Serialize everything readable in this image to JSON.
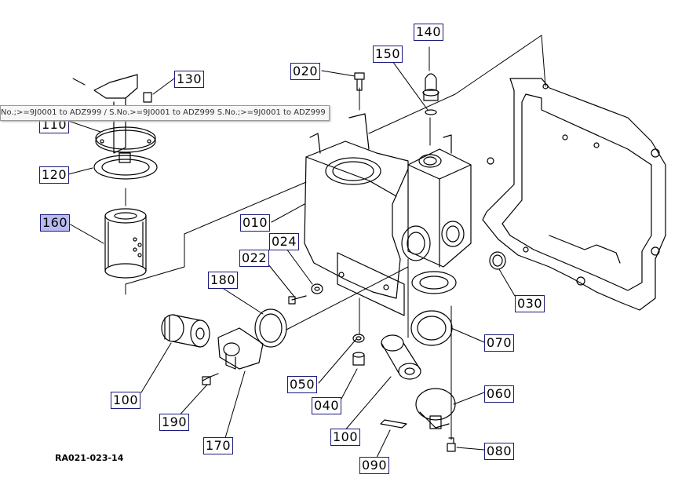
{
  "figure_code": "RA021-023-14",
  "tooltip": "No.;>=9J0001 to ADZ999 / S.No.>=9J0001 to ADZ999 S.No.;>=9J0001 to ADZ999",
  "selected_callout": "160",
  "callouts": {
    "c010": "010",
    "c020": "020",
    "c022": "022",
    "c024": "024",
    "c030": "030",
    "c040": "040",
    "c050": "050",
    "c060": "060",
    "c070": "070",
    "c080": "080",
    "c090": "090",
    "c100a": "100",
    "c100b": "100",
    "c110": "110",
    "c120": "120",
    "c130": "130",
    "c140": "140",
    "c150": "150",
    "c160": "160",
    "c170": "170",
    "c180": "180",
    "c190": "190"
  }
}
